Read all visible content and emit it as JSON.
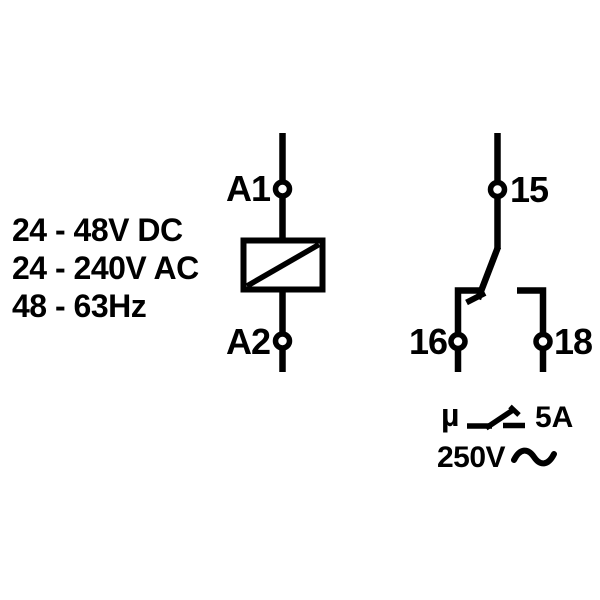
{
  "colors": {
    "ink": "#000000",
    "background": "#ffffff"
  },
  "specs": {
    "lines": [
      "24 - 48V DC",
      "24 - 240V AC",
      "48 - 63Hz"
    ]
  },
  "coil": {
    "top_terminal": "A1",
    "bottom_terminal": "A2"
  },
  "contact": {
    "common_terminal": "15",
    "nc_terminal": "16",
    "no_terminal": "18"
  },
  "rating": {
    "micro_symbol": "µ",
    "current": "5A",
    "voltage": "250V",
    "ac_icon": "∼",
    "contact_icon": "micro-gap-contact"
  }
}
